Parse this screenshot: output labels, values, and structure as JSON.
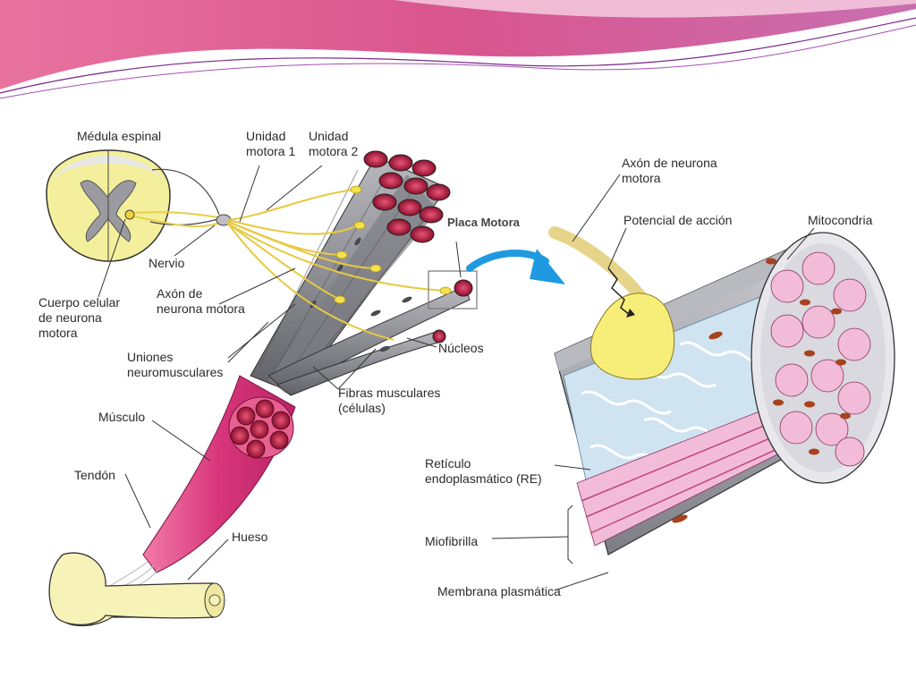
{
  "diagram": {
    "colors": {
      "banner_pink": "#e56fa6",
      "banner_purple": "#8a3a9a",
      "fiber_gray": "#8f8f95",
      "muscle_pink": "#e0447e",
      "fiber_end_red": "#b5163a",
      "nerve_yellow": "#f2e27a",
      "arrow_blue": "#1f9ae0",
      "mitochondria": "#a8411e",
      "myofibril_pink": "#f2bcd8",
      "reticulum_blue": "#cfe4f0"
    },
    "labels": {
      "medula": "Médula espinal",
      "unidad1": "Unidad\nmotora 1",
      "unidad2": "Unidad\nmotora 2",
      "nervio": "Nervio",
      "cuerpo": "Cuerpo celular\nde neurona\nmotora",
      "axon_left": "Axón de\nneurona motora",
      "uniones": "Uniones\nneuromusculares",
      "musculo": "Músculo",
      "tendon": "Tendón",
      "hueso": "Hueso",
      "fibras": "Fibras musculares\n(células)",
      "nucleos": "Núcleos",
      "placa": "Placa Motora",
      "axon_right": "Axón de neurona\nmotora",
      "potencial": "Potencial de acción",
      "mitocondria": "Mitocondria",
      "reticulo": "Retículo\nendoplasmático (RE)",
      "miofibrilla": "Miofibrilla",
      "membrana": "Membrana plasmática"
    }
  }
}
